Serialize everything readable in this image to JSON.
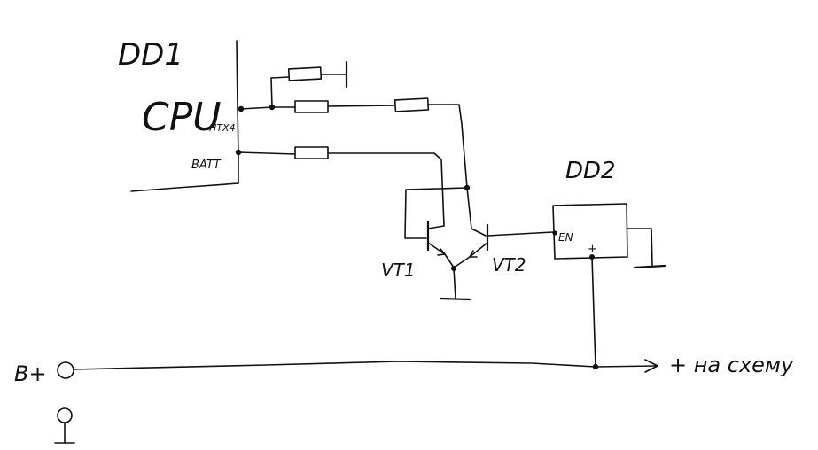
{
  "labels": {
    "dd1": "DD1",
    "cpu": "CPU",
    "cpu_sub": "HTX4",
    "batt": "BATT",
    "dd2": "DD2",
    "en": "EN",
    "plus": "+",
    "vt1": "VT1",
    "vt2": "VT2",
    "bplus": "B+",
    "output": "+ на схему"
  }
}
